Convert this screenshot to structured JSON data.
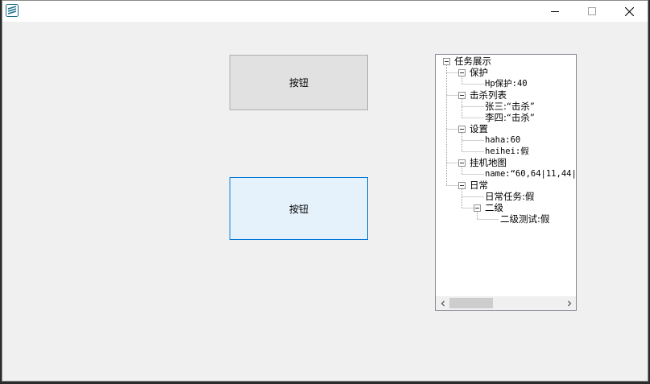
{
  "buttons": {
    "button1_label": "按钮",
    "button2_label": "按钮"
  },
  "tree": {
    "root": "任务展示",
    "nodes": {
      "protect": "保护",
      "protect_hp": "Hp保护:40",
      "kill_list": "击杀列表",
      "kill_zhangsan": "张三:“击杀”",
      "kill_lisi": "李四:“击杀”",
      "settings": "设置",
      "settings_haha": "haha:60",
      "settings_heihei": "heihei:假",
      "hang_map": "挂机地图",
      "hang_map_name": "name:“60,64|11,44|",
      "daily": "日常",
      "daily_task": "日常任务:假",
      "level2": "二级",
      "level2_test": "二级测试:假"
    }
  },
  "colors": {
    "window_bg": "#f0f0f0",
    "accent": "#0078d7",
    "button_bg": "#e1e1e1",
    "button_hover_bg": "#e5f1fb"
  },
  "icons": {
    "app": "app-icon",
    "minimize": "minimize-icon",
    "maximize": "maximize-icon",
    "close": "close-icon",
    "scroll_left": "scroll-left-arrow-icon",
    "scroll_right": "scroll-right-arrow-icon"
  }
}
